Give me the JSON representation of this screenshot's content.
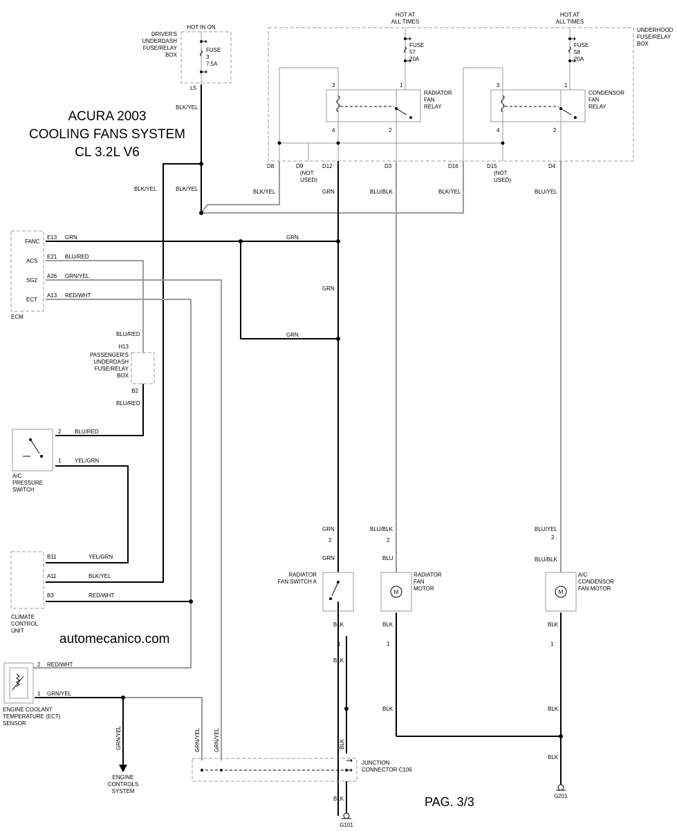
{
  "title": {
    "line1": "ACURA 2003",
    "line2": "COOLING FANS SYSTEM",
    "line3": "CL 3.2L V6"
  },
  "watermark": "automecanico.com",
  "page": "PAG. 3/3",
  "driver_box": {
    "hot": "HOT IN ON",
    "name": [
      "DRIVER'S",
      "UNDERDASH",
      "FUSE/RELAY",
      "BOX"
    ],
    "fuse": [
      "FUSE",
      "3",
      "7.5A"
    ],
    "pin": "L5"
  },
  "underhood": {
    "name": [
      "UNDERHOOD",
      "FUSE/RELAY",
      "BOX"
    ],
    "hot1": [
      "HOT AT",
      "ALL TIMES"
    ],
    "fuse57": [
      "FUSE",
      "57",
      "20A"
    ],
    "hot2": [
      "HOT AT",
      "ALL TIMES"
    ],
    "fuse58": [
      "FUSE",
      "58",
      "20A"
    ],
    "relay1": {
      "name": [
        "RADIATOR",
        "FAN",
        "RELAY"
      ],
      "pins": [
        "3",
        "1",
        "4",
        "2"
      ]
    },
    "relay2": {
      "name": [
        "CONDENSOR",
        "FAN",
        "RELAY"
      ],
      "pins": [
        "3",
        "1",
        "4",
        "2"
      ]
    },
    "pins": {
      "d8": "D8",
      "d9": "D9",
      "d12": "D12",
      "d3": "D3",
      "d16": "D16",
      "d15": "D15",
      "d4": "D4",
      "not_used": [
        "(NOT",
        "USED)"
      ]
    }
  },
  "wires": {
    "blk_yel": "BLK/YEL",
    "grn": "GRN",
    "blu_blk": "BLU/BLK",
    "blu_red": "BLU/RED",
    "grn_yel": "GRN/YEL",
    "red_wht": "RED/WHT",
    "yel_grn": "YEL/GRN",
    "blu": "BLU",
    "blk": "BLK"
  },
  "ecm": {
    "name": "ECM",
    "pins": [
      {
        "pin": "E13",
        "label": "FANC",
        "wire": "GRN"
      },
      {
        "pin": "E21",
        "label": "ACS",
        "wire": "BLU/RED"
      },
      {
        "pin": "A26",
        "label": "SG2",
        "wire": "GRN/YEL"
      },
      {
        "pin": "A13",
        "label": "ECT",
        "wire": "RED/WHT"
      }
    ]
  },
  "passenger_box": {
    "name": [
      "PASSENGER'S",
      "UNDERDASH",
      "FUSE/RELAY",
      "BOX"
    ],
    "pin_top": "H13",
    "pin_bot": "B2"
  },
  "ac_switch": {
    "name": [
      "A/C",
      "PRESSURE",
      "SWITCH"
    ],
    "pin2": "2",
    "pin1": "1"
  },
  "climate": {
    "name": [
      "CLIMATE",
      "CONTROL",
      "UNIT"
    ],
    "pins": [
      "B11",
      "A11",
      "B3"
    ]
  },
  "ect": {
    "name": [
      "ENGINE COOLANT",
      "TEMPERATURE (ECT)",
      "SENSOR"
    ],
    "pin2": "2",
    "pin1": "1"
  },
  "engine_controls": [
    "ENGINE",
    "CONTROLS",
    "SYSTEM"
  ],
  "rad_switch": {
    "name": [
      "RADIATOR",
      "FAN SWITCH A"
    ],
    "pin_top": "2",
    "pin_bot": "1"
  },
  "rad_motor": {
    "name": [
      "RADIATOR",
      "FAN",
      "MOTOR"
    ],
    "pin_top": "2",
    "pin_bot": "1",
    "m": "M"
  },
  "cond_motor": {
    "name": [
      "A/C",
      "CONDENSOR",
      "FAN MOTOR"
    ],
    "pin_top": "2",
    "pin_bot": "1",
    "m": "M"
  },
  "junction": {
    "name": [
      "JUNCTION",
      "CONNECTOR C106"
    ]
  },
  "grounds": {
    "g101": "G101",
    "g201": "G201"
  }
}
